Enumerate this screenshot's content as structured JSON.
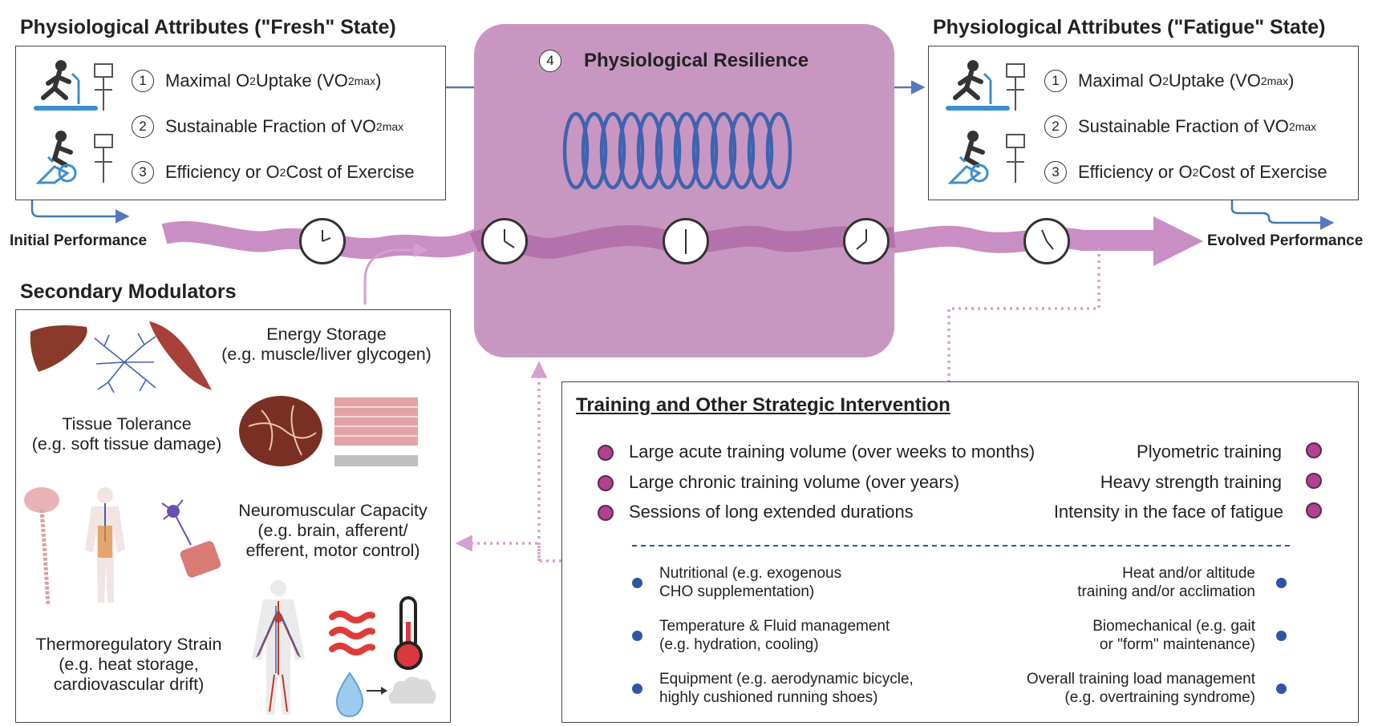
{
  "fresh": {
    "title": "Physiological Attributes (\"Fresh\" State)",
    "items": [
      {
        "num": "1",
        "pre": "Maximal O",
        "sub1": "2",
        "mid": " Uptake (VO",
        "sub2": "2max",
        "post": ")"
      },
      {
        "num": "2",
        "pre": "Sustainable Fraction of VO",
        "sub1": "2max",
        "mid": "",
        "sub2": "",
        "post": ""
      },
      {
        "num": "3",
        "pre": "Efficiency or O",
        "sub1": "2",
        "mid": " Cost of Exercise",
        "sub2": "",
        "post": ""
      }
    ]
  },
  "fatigue": {
    "title": "Physiological Attributes (\"Fatigue\" State)",
    "items": [
      {
        "num": "1",
        "pre": "Maximal O",
        "sub1": "2",
        "mid": " Uptake (VO",
        "sub2": "2max",
        "post": ")"
      },
      {
        "num": "2",
        "pre": "Sustainable Fraction of VO",
        "sub1": "2max",
        "mid": "",
        "sub2": "",
        "post": ""
      },
      {
        "num": "3",
        "pre": "Efficiency or O",
        "sub1": "2",
        "mid": " Cost of Exercise",
        "sub2": "",
        "post": ""
      }
    ]
  },
  "resilience": {
    "num": "4",
    "title": "Physiological Resilience"
  },
  "performance": {
    "initial": "Initial Performance",
    "evolved": "Evolved Performance"
  },
  "modulators": {
    "title": "Secondary Modulators",
    "energy": {
      "line1": "Energy Storage",
      "line2": "(e.g. muscle/liver glycogen)"
    },
    "tissue": {
      "line1": "Tissue Tolerance",
      "line2": "(e.g. soft tissue damage)"
    },
    "neuro": {
      "line1": "Neuromuscular Capacity",
      "line2": "(e.g. brain, afferent/",
      "line3": "efferent, motor control)"
    },
    "thermo": {
      "line1": "Thermoregulatory Strain",
      "line2": "(e.g. heat storage,",
      "line3": "cardiovascular drift)"
    }
  },
  "training": {
    "title": "Training and Other Strategic Intervention",
    "left_main": [
      "Large acute training volume (over weeks to months)",
      "Large chronic training volume (over years)",
      "Sessions of long extended durations"
    ],
    "right_main": [
      "Plyometric training",
      "Heavy strength training",
      "Intensity in the face of fatigue"
    ],
    "left_sub": [
      {
        "line1": "Nutritional (e.g. exogenous",
        "line2": "CHO supplementation)"
      },
      {
        "line1": "Temperature & Fluid management",
        "line2": "(e.g. hydration, cooling)"
      },
      {
        "line1": "Equipment (e.g. aerodynamic bicycle,",
        "line2": "highly cushioned running shoes)"
      }
    ],
    "right_sub": [
      {
        "line1": "Heat and/or altitude",
        "line2": "training and/or acclimation"
      },
      {
        "line1": "Biomechanical (e.g. gait",
        "line2": "or \"form\" maintenance)"
      },
      {
        "line1": "Overall training load management",
        "line2": "(e.g. overtraining syndrome)"
      }
    ]
  },
  "colors": {
    "pink_box": "#c897c1",
    "flow": "#c98ec4",
    "arrow_blue": "#5577c0",
    "dot_purple": "#b2418f",
    "dot_blue": "#2f55a6"
  },
  "icons": [
    "treadmill-test-icon",
    "cycle-ergometer-test-icon",
    "spring-coil-icon",
    "clock-icon",
    "liver-icon",
    "glycogen-icon",
    "muscle-icon",
    "muscle-tissue-icon",
    "fiber-icon",
    "brain-spine-icon",
    "body-organs-icon",
    "neuron-icon",
    "circulation-icon",
    "heat-waves-icon",
    "thermometer-icon",
    "water-drop-icon",
    "steam-cloud-icon"
  ]
}
